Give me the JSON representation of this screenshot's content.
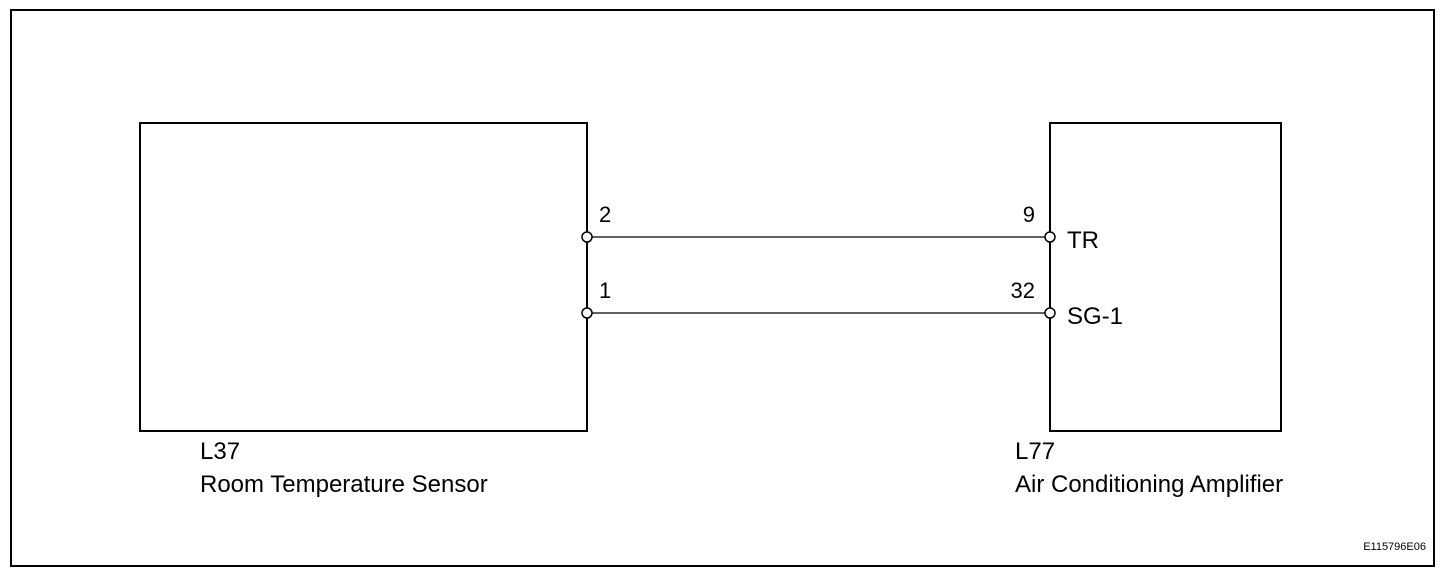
{
  "components": {
    "left": {
      "code": "L37",
      "name": "Room Temperature Sensor"
    },
    "right": {
      "code": "L77",
      "name": "Air Conditioning Amplifier"
    }
  },
  "connections": [
    {
      "left_pin": "2",
      "right_pin": "9",
      "right_terminal": "TR"
    },
    {
      "left_pin": "1",
      "right_pin": "32",
      "right_terminal": "SG-1"
    }
  ],
  "figure_id": "E115796E06",
  "colors": {
    "line": "#000000",
    "background": "#ffffff"
  }
}
